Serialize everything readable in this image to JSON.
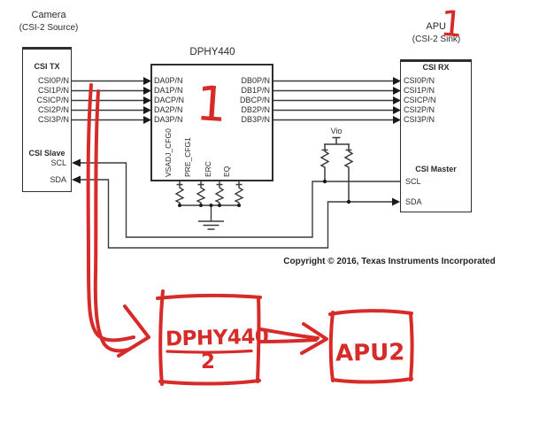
{
  "colors": {
    "background": "#ffffff",
    "ink": "#2e2e2e",
    "annotation_red": "#d62b28"
  },
  "diagram": {
    "camera_title_1": "Camera",
    "camera_title_2": "(CSI-2 Source)",
    "apu_title_1": "APU",
    "apu_title_2": "(CSI-2 Sink)",
    "dphy_title": "DPHY440",
    "camera_block": {
      "header": "CSI TX",
      "pins": [
        "CSI0P/N",
        "CSI1P/N",
        "CSICP/N",
        "CSI2P/N",
        "CSI3P/N"
      ],
      "slave_header": "CSI Slave",
      "scl": "SCL",
      "sda": "SDA"
    },
    "dphy_block": {
      "left_pins": [
        "DA0P/N",
        "DA1P/N",
        "DACP/N",
        "DA2P/N",
        "DA3P/N"
      ],
      "right_pins": [
        "DB0P/N",
        "DB1P/N",
        "DBCP/N",
        "DB2P/N",
        "DB3P/N"
      ],
      "bottom_pins": [
        "VSADJ_CFG0",
        "PRE_CFG1",
        "ERC",
        "EQ"
      ]
    },
    "apu_block": {
      "header": "CSI RX",
      "pins": [
        "CSI0P/N",
        "CSI1P/N",
        "CSICP/N",
        "CSI2P/N",
        "CSI3P/N"
      ],
      "master_header": "CSI Master",
      "scl": "SCL",
      "sda": "SDA"
    },
    "vio_label": "Vio",
    "copyright": "Copyright © 2016, Texas Instruments Incorporated"
  },
  "annotations": {
    "apu_mark": "1",
    "dphy_mark": "1",
    "hw_dphy_label": "DPHY440",
    "hw_dphy_number": "2",
    "hw_apu_label": "APU2"
  }
}
